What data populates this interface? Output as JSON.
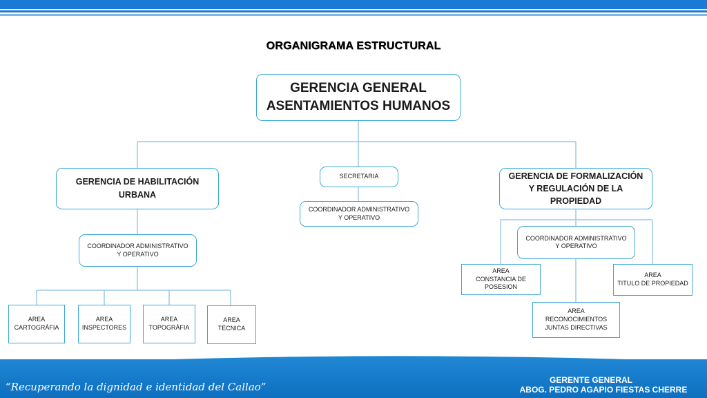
{
  "title": "ORGANIGRAMA ESTRUCTURAL",
  "top": {
    "line1": "GERENCIA GENERAL",
    "line2": "ASENTAMIENTOS HUMANOS"
  },
  "left": {
    "line1": "GERENCIA DE HABILITACIÓN",
    "line2": "URBANA",
    "coord_line1": "COORDINADOR ADMINISTRATIVO",
    "coord_line2": "Y OPERATIVO",
    "areas": [
      {
        "line1": "AREA",
        "line2": "CARTOGRÁFIA"
      },
      {
        "line1": "AREA",
        "line2": "INSPECTORES"
      },
      {
        "line1": "AREA",
        "line2": "TOPOGRÁFIA"
      },
      {
        "line1": "AREA",
        "line2": "TÉCNICA"
      }
    ]
  },
  "center": {
    "secretaria": "SECRETARIA",
    "coord_line1": "COORDINADOR ADMINISTRATIVO",
    "coord_line2": "Y OPERATIVO"
  },
  "right": {
    "line1": "GERENCIA DE FORMALIZACIÓN",
    "line2": "Y REGULACIÓN DE LA",
    "line3": "PROPIEDAD",
    "coord_line1": "COORDINADOR ADMINISTRATIVO",
    "coord_line2": "Y OPERATIVO",
    "area_constancia": {
      "line1": "AREA",
      "line2": "CONSTANCIA DE",
      "line3": "POSESION"
    },
    "area_titulo": {
      "line1": "AREA",
      "line2": "TITULO DE PROPIEDAD"
    },
    "area_reconocimientos": {
      "line1": "AREA",
      "line2": "RECONOCIMIENTOS",
      "line3": "JUNTAS DIRECTIVAS"
    }
  },
  "footer": {
    "slogan": "“Recuperando la dignidad e identidad del Callao”",
    "role": "GERENTE GENERAL",
    "name": "ABOG. PEDRO AGAPIO FIESTAS CHERRE"
  },
  "colors": {
    "accent": "#3ba7d9",
    "footer": "#1a7ad8",
    "line": "#9cc9e6"
  }
}
